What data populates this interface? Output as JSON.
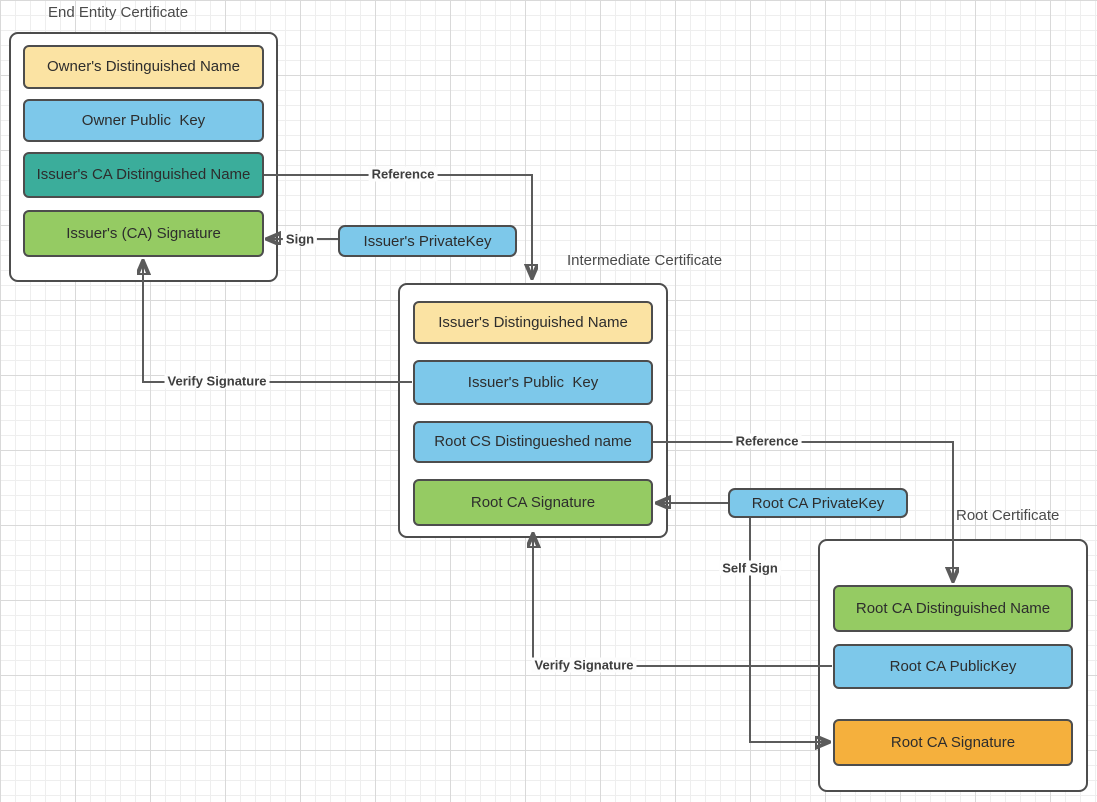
{
  "colors": {
    "yellow": "#FBE3A3",
    "blue": "#7DC8EA",
    "teal": "#3BAD9B",
    "green": "#95CB63",
    "orange": "#F5B03D",
    "edge": "#5B5B5B",
    "border": "#4D4D4D"
  },
  "diagram": {
    "containers": [
      {
        "title": "End Entity Certificate",
        "fields": [
          {
            "label": "Owner's Distinguished Name",
            "color": "yellow"
          },
          {
            "label": "Owner Public  Key",
            "color": "blue"
          },
          {
            "label": "Issuer's CA Distinguished Name",
            "color": "teal"
          },
          {
            "label": "Issuer's (CA) Signature",
            "color": "green"
          }
        ]
      },
      {
        "title": "Intermediate Certificate",
        "fields": [
          {
            "label": "Issuer's Distinguished Name",
            "color": "yellow"
          },
          {
            "label": "Issuer's Public  Key",
            "color": "blue"
          },
          {
            "label": "Root CS Distingueshed name",
            "color": "blue"
          },
          {
            "label": "Root CA Signature",
            "color": "green"
          }
        ]
      },
      {
        "title": "Root Certificate",
        "fields": [
          {
            "label": "Root CA Distinguished Name",
            "color": "green"
          },
          {
            "label": "Root CA PublicKey",
            "color": "blue"
          },
          {
            "label": "Root CA Signature",
            "color": "orange"
          }
        ]
      }
    ],
    "keys": [
      {
        "label": "Issuer's PrivateKey",
        "color": "blue"
      },
      {
        "label": "Root CA PrivateKey",
        "color": "blue"
      }
    ],
    "edge_labels": {
      "reference_1": "Reference",
      "sign": "Sign",
      "verify_signature_1": "Verify Signature",
      "reference_2": "Reference",
      "self_sign": "Self Sign",
      "verify_signature_2": "Verify Signature"
    }
  }
}
